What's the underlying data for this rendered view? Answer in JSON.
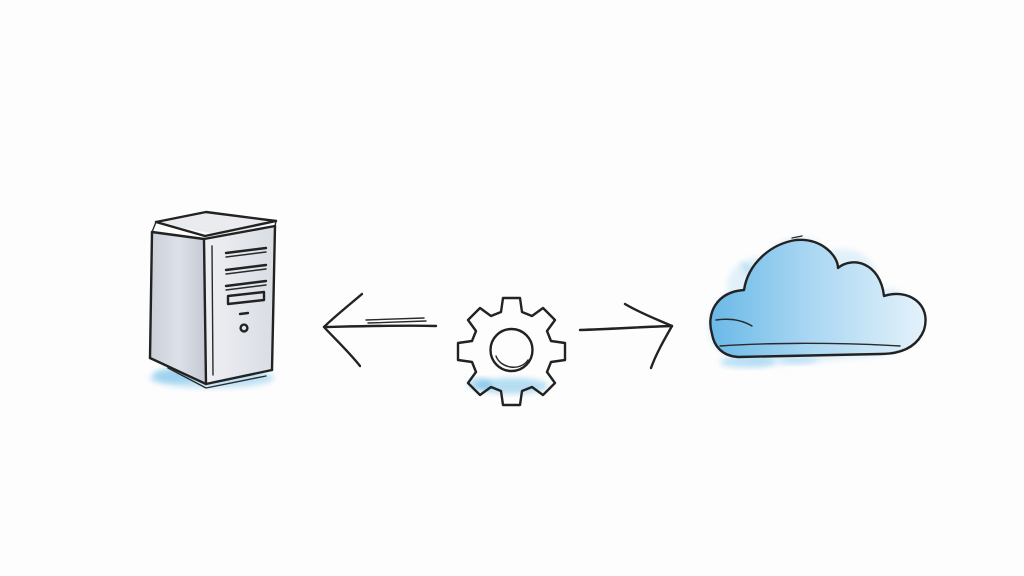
{
  "diagram": {
    "nodes": [
      {
        "id": "server",
        "icon": "server-icon"
      },
      {
        "id": "processor",
        "icon": "gear-icon"
      },
      {
        "id": "cloud",
        "icon": "cloud-icon"
      }
    ],
    "edges": [
      {
        "from": "processor",
        "to": "server",
        "style": "arrow",
        "icon": "arrow-left-icon"
      },
      {
        "from": "processor",
        "to": "cloud",
        "style": "arrow",
        "icon": "arrow-right-icon"
      }
    ],
    "colors": {
      "ink": "#222222",
      "watercolor_blue": "#7cc3ea",
      "watercolor_light": "#cfe8f7",
      "server_gray": "#d8dce4",
      "background": "#fdfdfd"
    }
  }
}
